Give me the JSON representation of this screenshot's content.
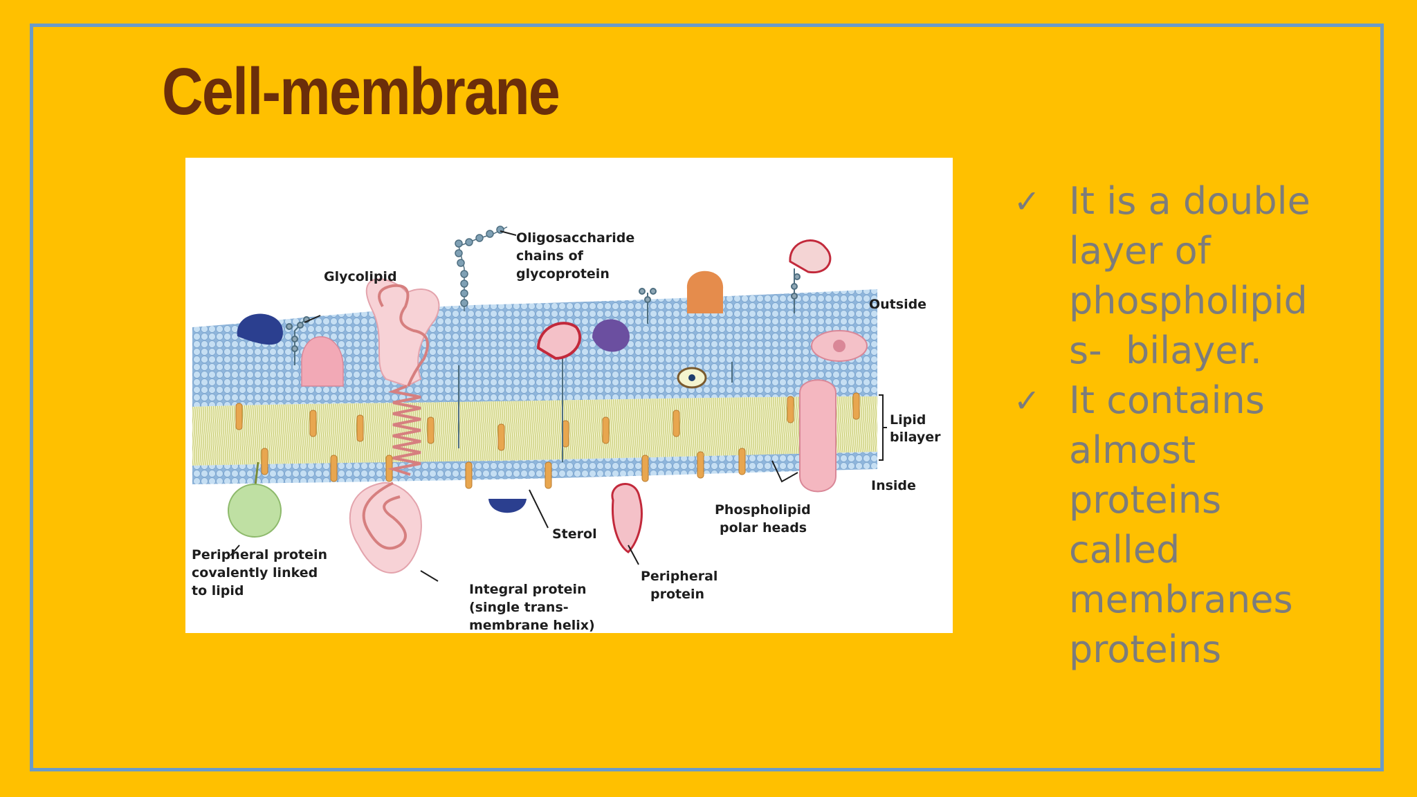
{
  "slide": {
    "title": "Cell-membrane",
    "bullets": [
      {
        "icon": "check-icon",
        "lines": [
          "It is a double",
          "layer of",
          "phospholipid",
          "s-  bilayer."
        ]
      },
      {
        "icon": "check-icon",
        "lines": [
          "It contains",
          "almost",
          "proteins",
          "called",
          "membranes",
          "proteins"
        ]
      }
    ]
  },
  "diagram": {
    "labels": {
      "oligo_1": "Oligosaccharide",
      "oligo_2": "chains of",
      "oligo_3": "glycoprotein",
      "glycolipid": "Glycolipid",
      "outside": "Outside",
      "lipid_1": "Lipid",
      "lipid_2": "bilayer",
      "inside": "Inside",
      "polar_1": "Phospholipid",
      "polar_2": "polar heads",
      "sterol": "Sterol",
      "peripheral_lipid_1": "Peripheral protein",
      "peripheral_lipid_2": "covalently linked",
      "peripheral_lipid_3": "to lipid",
      "integral_1": "Integral protein",
      "integral_2": "(single trans-",
      "integral_3": "membrane helix)",
      "peripheral_1": "Peripheral",
      "peripheral_2": "protein"
    },
    "colors": {
      "background": "#FFC000",
      "border": "#6A9BC8",
      "title": "#6B2E0A",
      "body_text": "#7C7C7C",
      "heads": "#A9C9E6",
      "tails": "#E4E6A2"
    }
  }
}
